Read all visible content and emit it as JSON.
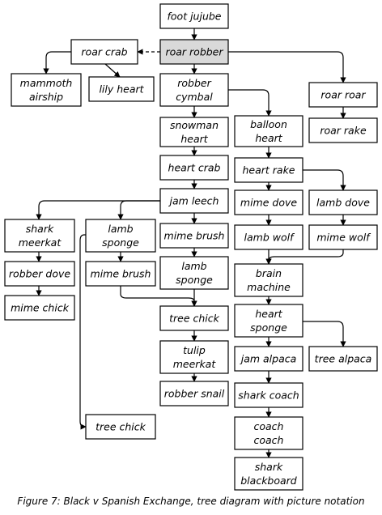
{
  "caption": "Figure 7: Black v Spanish Exchange, tree diagram with picture notation",
  "colors": {
    "highlight": "#d9d9d9",
    "stroke": "#000000"
  },
  "nodes": {
    "foot_jujube": [
      "foot jujube"
    ],
    "roar_robber": [
      "roar robber"
    ],
    "roar_crab": [
      "roar crab"
    ],
    "mammoth_airship": [
      "mammoth",
      "airship"
    ],
    "lily_heart": [
      "lily heart"
    ],
    "robber_cymbal": [
      "robber",
      "cymbal"
    ],
    "roar_roar": [
      "roar roar"
    ],
    "roar_rake": [
      "roar rake"
    ],
    "snowman_heart": [
      "snowman",
      "heart"
    ],
    "balloon_heart": [
      "balloon",
      "heart"
    ],
    "heart_crab": [
      "heart crab"
    ],
    "heart_rake": [
      "heart rake"
    ],
    "jam_leech": [
      "jam leech"
    ],
    "mime_dove": [
      "mime dove"
    ],
    "lamb_dove": [
      "lamb dove"
    ],
    "shark_meerkat": [
      "shark",
      "meerkat"
    ],
    "lamb_sponge": [
      "lamb",
      "sponge"
    ],
    "mime_brush_center": [
      "mime brush"
    ],
    "lamb_wolf": [
      "lamb wolf"
    ],
    "mime_wolf": [
      "mime wolf"
    ],
    "robber_dove": [
      "robber dove"
    ],
    "mime_brush_left": [
      "mime brush"
    ],
    "lamb_sponge_center": [
      "lamb",
      "sponge"
    ],
    "brain_machine": [
      "brain",
      "machine"
    ],
    "mime_chick": [
      "mime chick"
    ],
    "tree_chick_center": [
      "tree chick"
    ],
    "heart_sponge": [
      "heart",
      "sponge"
    ],
    "tulip_meerkat": [
      "tulip",
      "meerkat"
    ],
    "jam_alpaca": [
      "jam alpaca"
    ],
    "tree_alpaca": [
      "tree alpaca"
    ],
    "robber_snail": [
      "robber snail"
    ],
    "shark_coach": [
      "shark coach"
    ],
    "tree_chick_left": [
      "tree chick"
    ],
    "coach_coach": [
      "coach",
      "coach"
    ],
    "shark_blackboard": [
      "shark",
      "blackboard"
    ]
  }
}
